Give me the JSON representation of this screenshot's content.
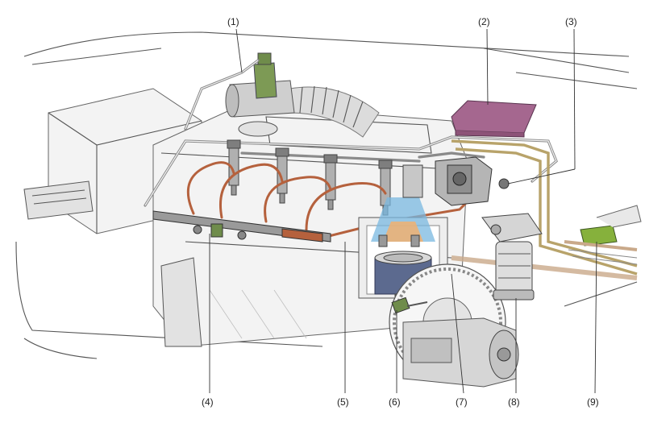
{
  "diagram": {
    "labels": [
      "(1)",
      "(2)",
      "(3)",
      "(4)",
      "(5)",
      "(6)",
      "(7)",
      "(8)",
      "(9)"
    ]
  },
  "colors": {
    "ecu": "#a5678f",
    "copper_line": "#b5613d",
    "fuel_line": "#b8a36a",
    "accel_pedal": "#86b13c",
    "injection_blue": "#7ab8e0",
    "injection_orange": "#f0b070",
    "piston": "#5c6a8f"
  }
}
